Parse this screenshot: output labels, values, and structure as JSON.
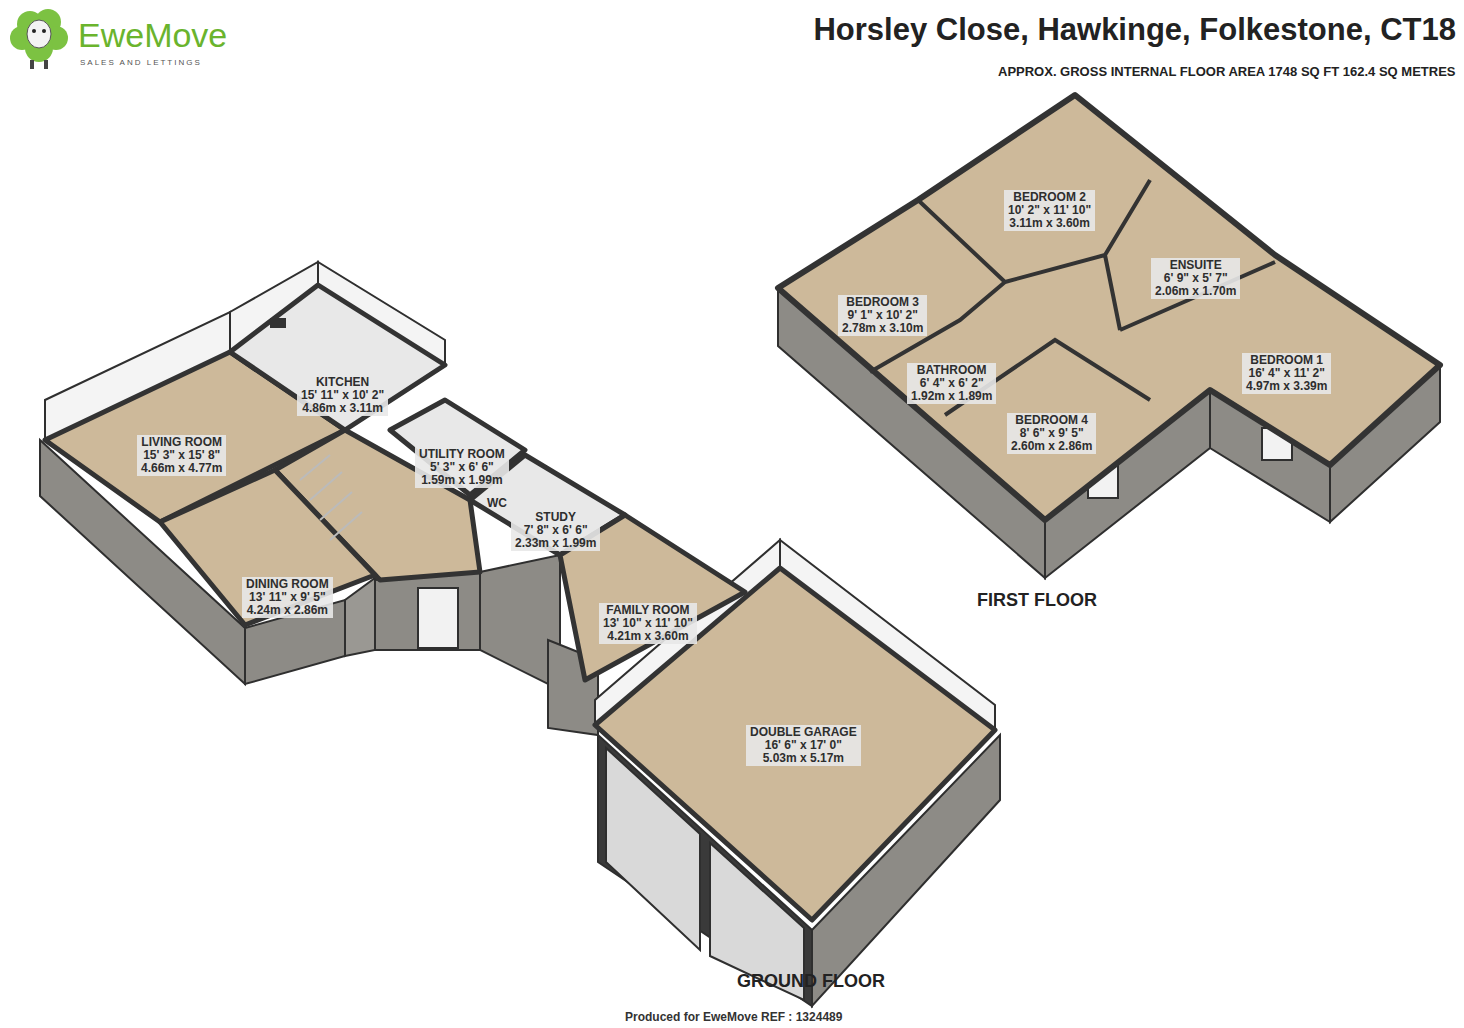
{
  "diagram": {
    "title": "Horsley Close, Hawkinge, Folkestone, CT18",
    "nodes": [
      {
        "text": [
          "KITCHEN",
          "15' 11\" x 10' 2\"",
          "4.86m x 3.11m"
        ]
      },
      {
        "text": [
          "LIVING ROOM",
          "15' 3\" x 15' 8\"",
          "4.66m x 4.77m"
        ]
      },
      {
        "text": [
          "UTILITY ROOM",
          "5' 3\" x 6' 6\"",
          "1.59m x 1.99m"
        ]
      },
      {
        "text": [
          "STUDY",
          "7' 8\" x 6' 6\"",
          "2.33m x 1.99m"
        ]
      },
      {
        "text": [
          "DINING ROOM",
          "13' 11\" x 9' 5\"",
          "4.24m x 2.86m"
        ]
      },
      {
        "text": [
          "FAMILY ROOM",
          "13' 10\" x 11' 10\"",
          "4.21m x 3.60m"
        ]
      },
      {
        "text": [
          "DOUBLE GARAGE",
          "16' 6\" x 17' 0\"",
          "5.03m x 5.17m"
        ]
      },
      {
        "text": [
          "BEDROOM 2",
          "10' 2\" x 11' 10\"",
          "3.11m x 3.60m"
        ]
      },
      {
        "text": [
          "BEDROOM 3",
          "9' 1\" x 10' 2\"",
          "2.78m x 3.10m"
        ]
      },
      {
        "text": [
          "ENSUITE",
          "6' 9\" x 5' 7\"",
          "2.06m x 1.70m"
        ]
      },
      {
        "text": [
          "BEDROOM 1",
          "16' 4\" x 11' 2\"",
          "4.97m x 3.39m"
        ]
      },
      {
        "text": [
          "BATHROOM",
          "6' 4\" x 6' 2\"",
          "1.92m x 1.89m"
        ]
      },
      {
        "text": [
          "BEDROOM 4",
          "8' 6\" x 9' 5\"",
          "2.60m x 2.86m"
        ]
      }
    ],
    "labels": [
      "APPROX. GROSS INTERNAL FLOOR AREA 1748 SQ FT 162.4 SQ METRES",
      "EweMove",
      "SALES AND LETTINGS",
      "WC",
      "GROUND FLOOR",
      "FIRST FLOOR",
      "Produced for EweMove REF : 1324489"
    ]
  }
}
